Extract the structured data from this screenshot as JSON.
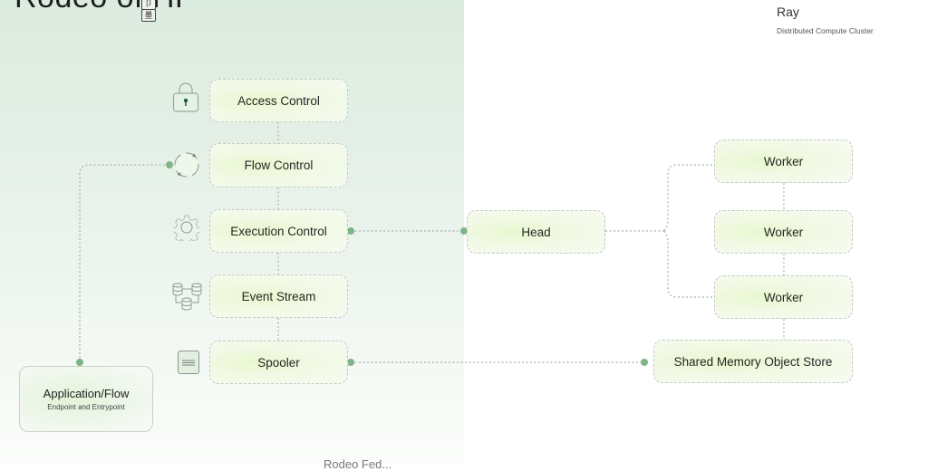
{
  "left_panel": {
    "title_truncated": "Rodeo of HP",
    "seal_icons": [
      "卩",
      "墨"
    ]
  },
  "ray": {
    "title": "Ray",
    "subtitle": "Distributed Compute Cluster"
  },
  "stack": [
    {
      "label": "Access Control",
      "icon": "lock-icon"
    },
    {
      "label": "Flow Control",
      "icon": "cycle-arrows-icon"
    },
    {
      "label": "Execution Control",
      "icon": "gear-icon"
    },
    {
      "label": "Event Stream",
      "icon": "database-stream-icon"
    },
    {
      "label": "Spooler",
      "icon": "document-lines-icon"
    }
  ],
  "app_node": {
    "title": "Application/Flow",
    "subtitle": "Endpoint and Entrypoint"
  },
  "cluster": {
    "head": "Head",
    "workers": [
      "Worker",
      "Worker",
      "Worker"
    ],
    "store": "Shared Memory Object Store"
  },
  "bottom_truncated": "Rodeo Fed...",
  "colors": {
    "accent_dot": "#7fb38a",
    "panel_bg": "#dcebdf",
    "node_fill": "#e9f7cf",
    "dashed_line": "#a9b0a9"
  }
}
